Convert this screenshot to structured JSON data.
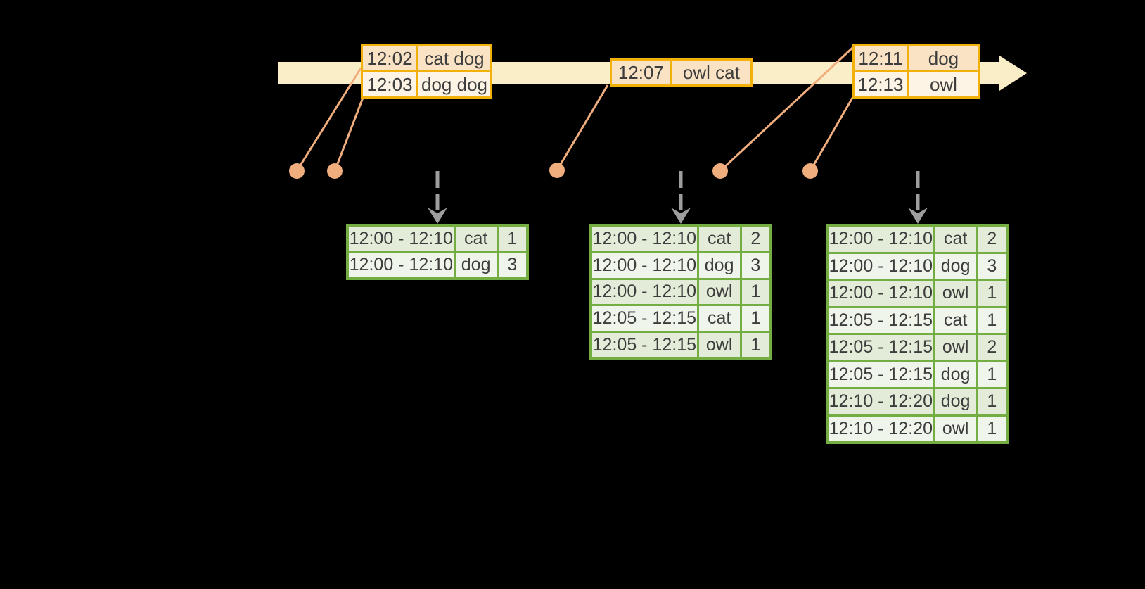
{
  "colors": {
    "background": "#000000",
    "timeline_fill": "#FAEEC9",
    "event_table_border": "#F1B10A",
    "event_row_peach": "#FAE3C5",
    "event_row_cream": "#FDF4E5",
    "connector_salmon": "#F0AD7E",
    "result_table_border": "#74AE43",
    "result_row_green": "#E3ECD9",
    "result_row_light": "#F0F5EC",
    "trigger_arrow_gray": "#9E9E9E",
    "text": "#3D3D3D"
  },
  "event_tables": [
    {
      "rows": [
        {
          "time": "12:02",
          "words": "cat dog"
        },
        {
          "time": "12:03",
          "words": "dog dog"
        }
      ]
    },
    {
      "rows": [
        {
          "time": "12:07",
          "words": "owl cat"
        }
      ]
    },
    {
      "rows": [
        {
          "time": "12:11",
          "words": "dog"
        },
        {
          "time": "12:13",
          "words": "owl"
        }
      ]
    }
  ],
  "result_tables": [
    {
      "rows": [
        {
          "window": "12:00 - 12:10",
          "word": "cat",
          "count": "1"
        },
        {
          "window": "12:00 - 12:10",
          "word": "dog",
          "count": "3"
        }
      ]
    },
    {
      "rows": [
        {
          "window": "12:00 - 12:10",
          "word": "cat",
          "count": "2"
        },
        {
          "window": "12:00 - 12:10",
          "word": "dog",
          "count": "3"
        },
        {
          "window": "12:00 - 12:10",
          "word": "owl",
          "count": "1"
        },
        {
          "window": "12:05 - 12:15",
          "word": "cat",
          "count": "1"
        },
        {
          "window": "12:05 - 12:15",
          "word": "owl",
          "count": "1"
        }
      ]
    },
    {
      "rows": [
        {
          "window": "12:00 - 12:10",
          "word": "cat",
          "count": "2"
        },
        {
          "window": "12:00 - 12:10",
          "word": "dog",
          "count": "3"
        },
        {
          "window": "12:00 - 12:10",
          "word": "owl",
          "count": "1"
        },
        {
          "window": "12:05 - 12:15",
          "word": "cat",
          "count": "1"
        },
        {
          "window": "12:05 - 12:15",
          "word": "owl",
          "count": "2"
        },
        {
          "window": "12:05 - 12:15",
          "word": "dog",
          "count": "1"
        },
        {
          "window": "12:10 - 12:20",
          "word": "dog",
          "count": "1"
        },
        {
          "window": "12:10 - 12:20",
          "word": "owl",
          "count": "1"
        }
      ]
    }
  ]
}
